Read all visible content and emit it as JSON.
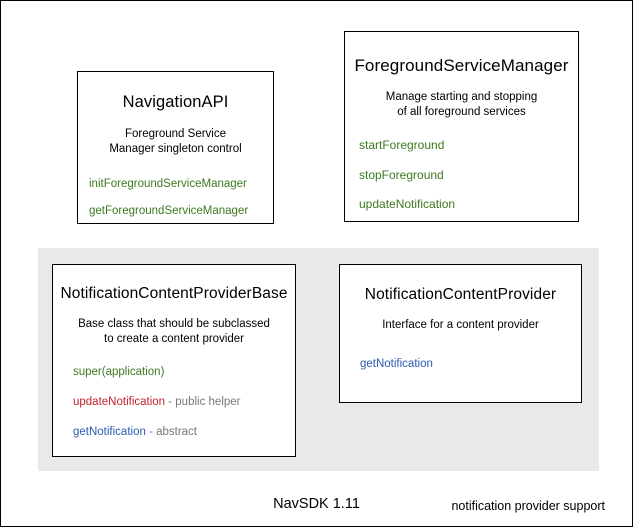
{
  "diagram": {
    "footer_label": "NavSDK 1.11",
    "colors": {
      "background": "#ffffff",
      "border": "#000000",
      "panel_background": "#e9e9e9",
      "method_green": "#3c7a20",
      "method_red": "#c0242c",
      "method_blue": "#2a5db0",
      "note_gray": "#777777"
    },
    "boxes": {
      "navigation_api": {
        "title": "NavigationAPI",
        "description": "Foreground Service\nManager singleton control",
        "members": [
          {
            "name": "initForegroundServiceManager",
            "color": "green",
            "note": ""
          },
          {
            "name": "getForegroundServiceManager",
            "color": "green",
            "note": ""
          }
        ]
      },
      "foreground_service_manager": {
        "title": "ForegroundServiceManager",
        "description": "Manage starting and stopping\nof all foreground services",
        "members": [
          {
            "name": "startForeground",
            "color": "green",
            "note": ""
          },
          {
            "name": "stopForeground",
            "color": "green",
            "note": ""
          },
          {
            "name": "updateNotification",
            "color": "green",
            "note": ""
          }
        ]
      },
      "notification_content_provider_base": {
        "title": "NotificationContentProviderBase",
        "description": "Base class that should be subclassed\nto create a content provider",
        "members": [
          {
            "name": "super(application)",
            "color": "green",
            "note": ""
          },
          {
            "name": "updateNotification",
            "color": "red",
            "note": " - public helper"
          },
          {
            "name": "getNotification",
            "color": "blue",
            "note": " - abstract"
          }
        ]
      },
      "notification_content_provider": {
        "title": "NotificationContentProvider",
        "description": "Interface for a content provider",
        "members": [
          {
            "name": "getNotification",
            "color": "blue",
            "note": ""
          }
        ]
      }
    },
    "panel": {
      "label": "notification provider support"
    }
  }
}
